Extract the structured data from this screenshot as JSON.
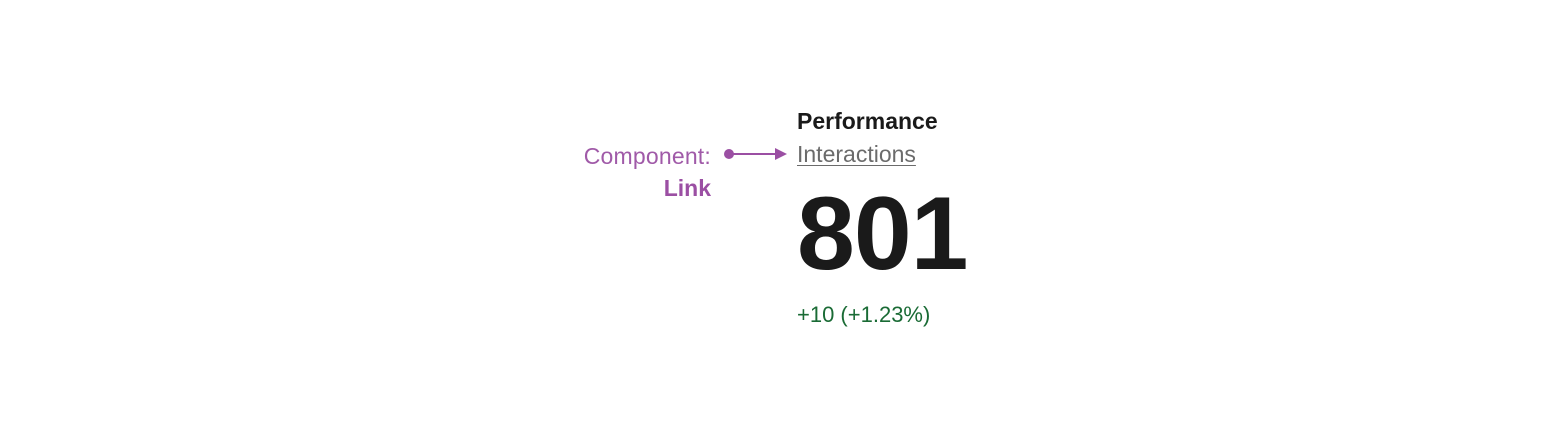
{
  "annotation": {
    "label": "Component:",
    "name": "Link",
    "color": "#9b4fa3"
  },
  "card": {
    "title": "Performance",
    "link_label": "Interactions",
    "value": "801",
    "delta": "+10 (+1.23%)",
    "delta_color": "#1a6b35"
  }
}
